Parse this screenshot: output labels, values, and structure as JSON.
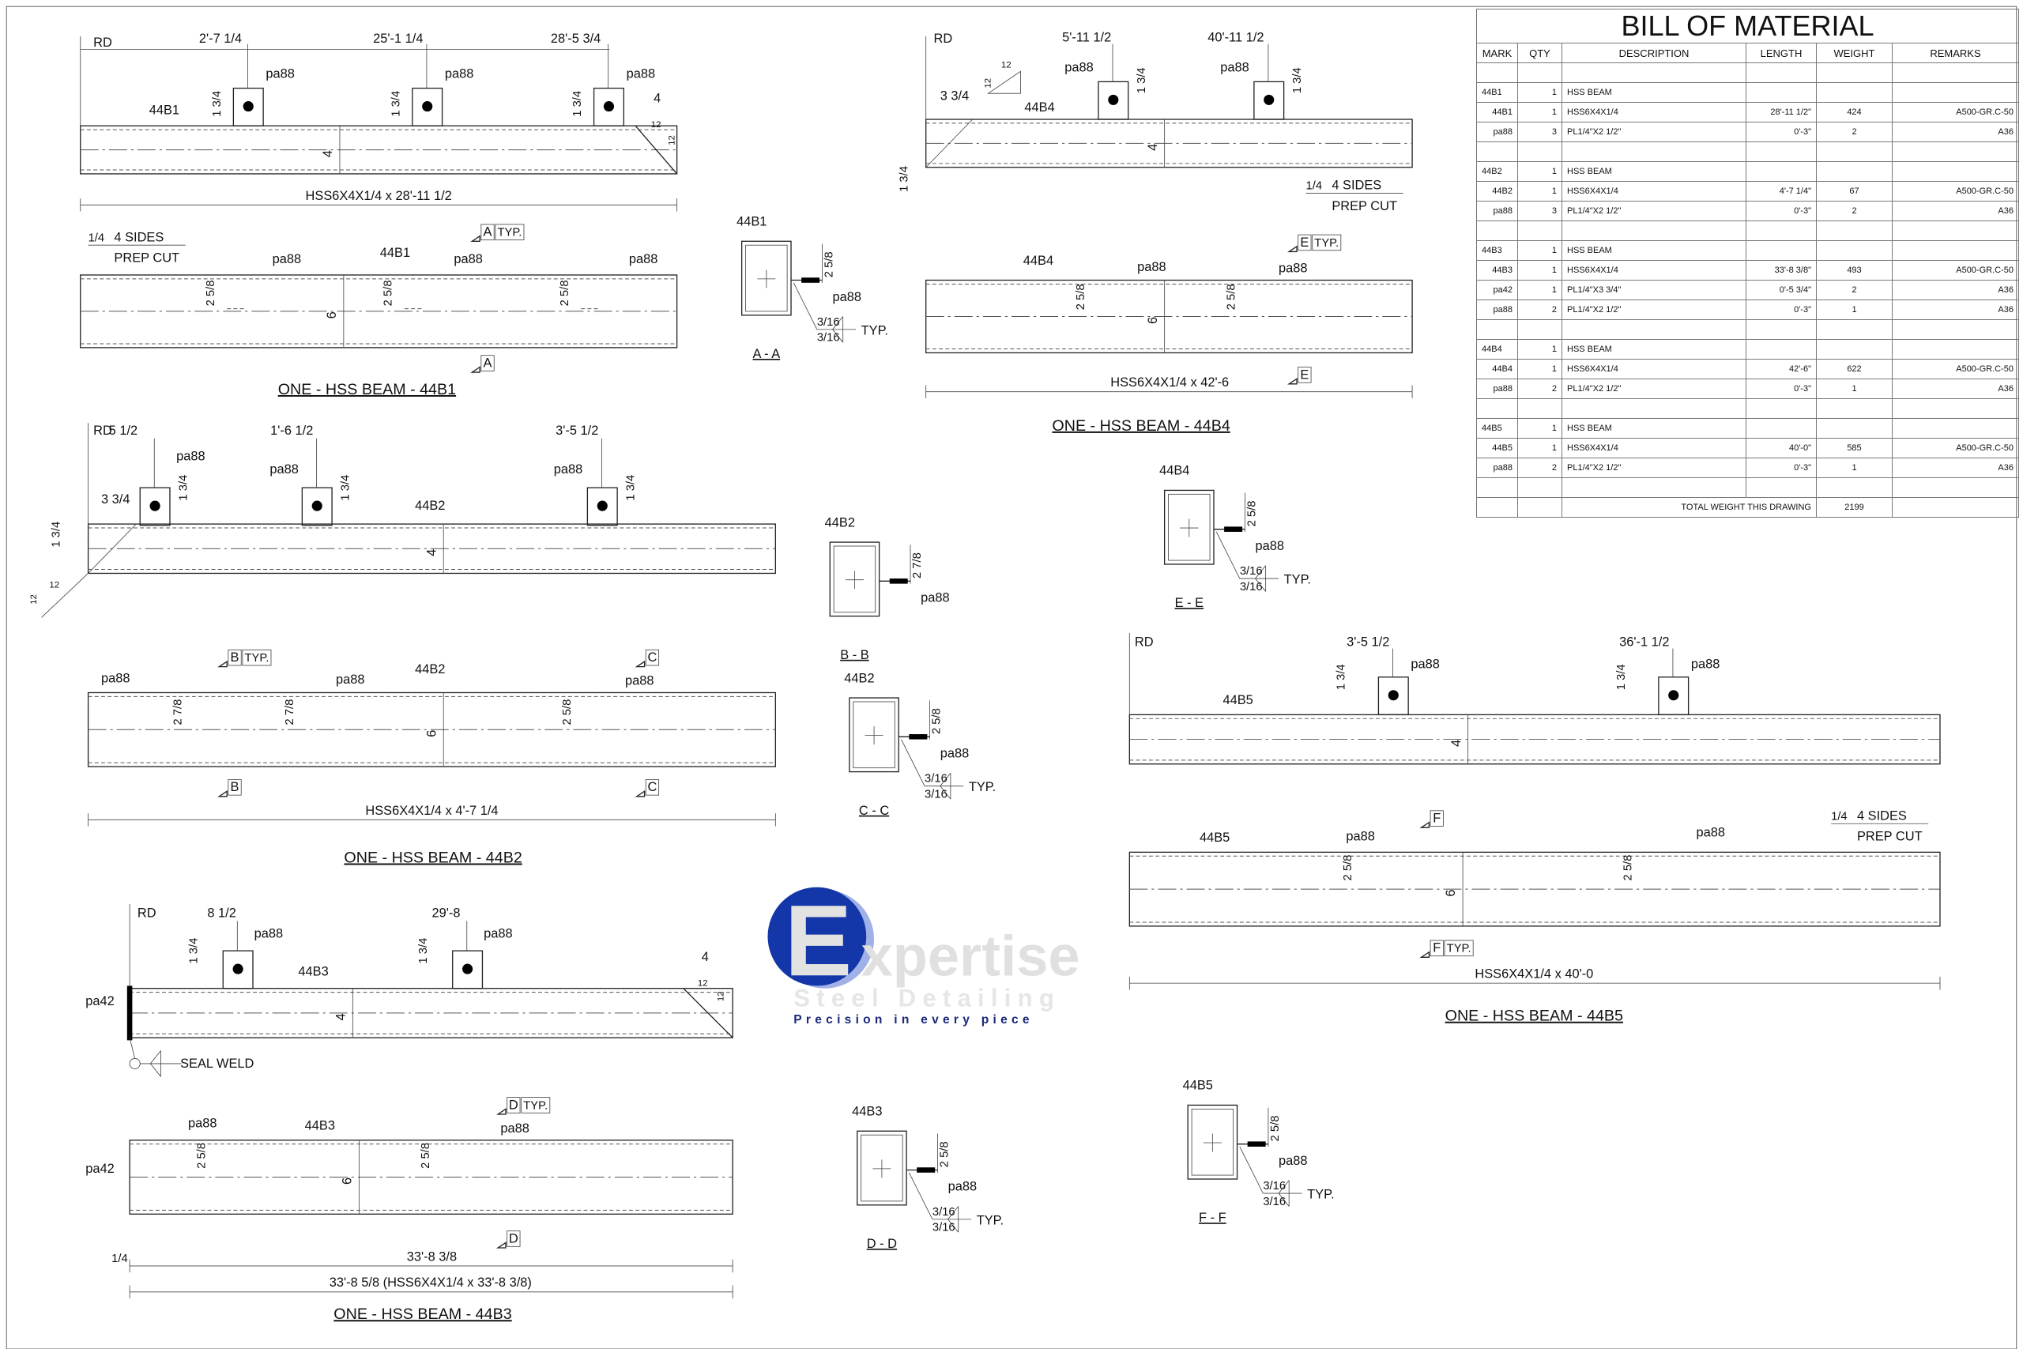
{
  "bom": {
    "title": "BILL OF MATERIAL",
    "headers": [
      "MARK",
      "QTY",
      "DESCRIPTION",
      "LENGTH",
      "WEIGHT",
      "REMARKS"
    ],
    "rows": [
      [
        "",
        "",
        "",
        "",
        "",
        ""
      ],
      [
        "44B1",
        "1",
        "HSS BEAM",
        "",
        "",
        ""
      ],
      [
        "44B1",
        "1",
        "HSS6X4X1/4",
        "28'-11 1/2\"",
        "424",
        "A500-GR.C-50"
      ],
      [
        "pa88",
        "3",
        "PL1/4\"X2 1/2\"",
        "0'-3\"",
        "2",
        "A36"
      ],
      [
        "",
        "",
        "",
        "",
        "",
        ""
      ],
      [
        "44B2",
        "1",
        "HSS BEAM",
        "",
        "",
        ""
      ],
      [
        "44B2",
        "1",
        "HSS6X4X1/4",
        "4'-7 1/4\"",
        "67",
        "A500-GR.C-50"
      ],
      [
        "pa88",
        "3",
        "PL1/4\"X2 1/2\"",
        "0'-3\"",
        "2",
        "A36"
      ],
      [
        "",
        "",
        "",
        "",
        "",
        ""
      ],
      [
        "44B3",
        "1",
        "HSS BEAM",
        "",
        "",
        ""
      ],
      [
        "44B3",
        "1",
        "HSS6X4X1/4",
        "33'-8 3/8\"",
        "493",
        "A500-GR.C-50"
      ],
      [
        "pa42",
        "1",
        "PL1/4\"X3 3/4\"",
        "0'-5 3/4\"",
        "2",
        "A36"
      ],
      [
        "pa88",
        "2",
        "PL1/4\"X2 1/2\"",
        "0'-3\"",
        "1",
        "A36"
      ],
      [
        "",
        "",
        "",
        "",
        "",
        ""
      ],
      [
        "44B4",
        "1",
        "HSS BEAM",
        "",
        "",
        ""
      ],
      [
        "44B4",
        "1",
        "HSS6X4X1/4",
        "42'-6\"",
        "622",
        "A500-GR.C-50"
      ],
      [
        "pa88",
        "2",
        "PL1/4\"X2 1/2\"",
        "0'-3\"",
        "1",
        "A36"
      ],
      [
        "",
        "",
        "",
        "",
        "",
        ""
      ],
      [
        "44B5",
        "1",
        "HSS BEAM",
        "",
        "",
        ""
      ],
      [
        "44B5",
        "1",
        "HSS6X4X1/4",
        "40'-0\"",
        "585",
        "A500-GR.C-50"
      ],
      [
        "pa88",
        "2",
        "PL1/4\"X2 1/2\"",
        "0'-3\"",
        "1",
        "A36"
      ],
      [
        "",
        "",
        "",
        "",
        "",
        ""
      ]
    ],
    "total_label": "TOTAL WEIGHT THIS DRAWING",
    "total_weight": "2199"
  },
  "common": {
    "rd": "RD",
    "plate": "pa88",
    "plate_end": "pa42",
    "edge": "1 3/4",
    "depth": "4",
    "width": "6",
    "slope": "12",
    "end_dim": "4",
    "skew": "3 3/4",
    "typ": "TYP.",
    "weld": "3/16",
    "weld_a": "2 5/8",
    "weld_b": "2 7/8",
    "prep_fraction": "1/4",
    "prep1": "4 SIDES",
    "prep2": "PREP CUT",
    "seal_weld": "SEAL WELD"
  },
  "b1": {
    "mark": "44B1",
    "dims": [
      "2'-7 1/4",
      "25'-1 1/4",
      "28'-5 3/4"
    ],
    "size": "HSS6X4X1/4 x 28'-11 1/2",
    "section": "A",
    "title": "ONE - HSS BEAM - 44B1"
  },
  "b2": {
    "mark": "44B2",
    "dims": [
      "5 1/2",
      "1'-6 1/2",
      "3'-5 1/2"
    ],
    "size": "HSS6X4X1/4 x 4'-7 1/4",
    "section": [
      "B",
      "C"
    ],
    "title": "ONE - HSS BEAM - 44B2"
  },
  "b3": {
    "mark": "44B3",
    "dims": [
      "8 1/2",
      "29'-8"
    ],
    "length": "33'-8 3/8",
    "overall": "33'-8 5/8 (HSS6X4X1/4 x 33'-8 3/8)",
    "section": "D",
    "title": "ONE - HSS BEAM - 44B3"
  },
  "b4": {
    "mark": "44B4",
    "dims": [
      "5'-11 1/2",
      "40'-11 1/2"
    ],
    "size": "HSS6X4X1/4 x 42'-6",
    "section": "E",
    "title": "ONE - HSS BEAM - 44B4"
  },
  "b5": {
    "mark": "44B5",
    "dims": [
      "3'-5 1/2",
      "36'-1 1/2"
    ],
    "size": "HSS6X4X1/4 x 40'-0",
    "section": "F",
    "title": "ONE - HSS BEAM - 44B5"
  },
  "sections": [
    {
      "mark": "44B1",
      "title": "A - A"
    },
    {
      "mark": "44B2",
      "title": "B - B"
    },
    {
      "mark": "44B2",
      "title": "C - C"
    },
    {
      "mark": "44B3",
      "title": "D - D"
    },
    {
      "mark": "44B4",
      "title": "E - E"
    },
    {
      "mark": "44B5",
      "title": "F - F"
    }
  ],
  "logo": {
    "letter": "E",
    "word": "xpertise",
    "line2": "Steel Detailing",
    "tagline": "Precision in every piece",
    "colors": {
      "blue": "#1336a8",
      "light": "#9fb1e6",
      "grey": "#e2e2e2",
      "navy": "#1a2a7a"
    }
  }
}
